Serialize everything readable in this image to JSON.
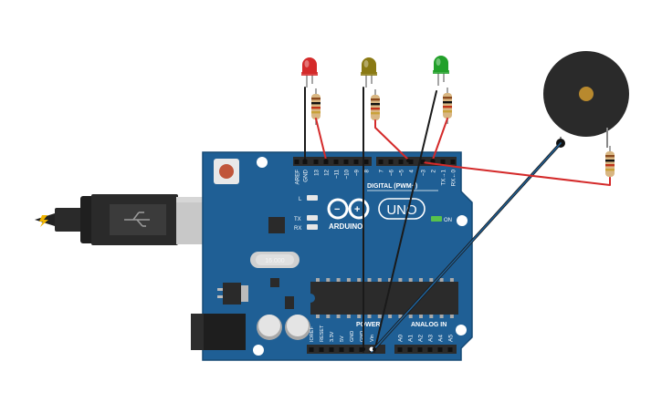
{
  "board": {
    "logo_text": "ARDUINO",
    "model_text": "UNO",
    "digital_label": "DIGITAL (PWM~)",
    "power_label": "POWER",
    "analog_label": "ANALOG IN",
    "on_label": "ON",
    "led_labels": {
      "l": "L",
      "tx": "TX",
      "rx": "RX"
    },
    "crystal_text": "16.000",
    "digital_pins": [
      "AREF",
      "GND",
      "13",
      "12",
      "~11",
      "~10",
      "~9",
      "8",
      "7",
      "~6",
      "~5",
      "4",
      "~3",
      "2",
      "TX→1",
      "RX←0"
    ],
    "power_pins": [
      "IOREF",
      "RESET",
      "3.3V",
      "5V",
      "GND",
      "GND",
      "Vin"
    ],
    "analog_pins": [
      "A0",
      "A1",
      "A2",
      "A3",
      "A4",
      "A5"
    ]
  },
  "components": {
    "leds": [
      {
        "name": "red-led",
        "color": "#d42a2a"
      },
      {
        "name": "yellow-led",
        "color": "#8a7a14"
      },
      {
        "name": "green-led",
        "color": "#22a02a"
      }
    ],
    "buzzer": {
      "name": "piezo-buzzer",
      "body_color": "#2a2a2a",
      "center_color": "#b8892e"
    }
  },
  "colors": {
    "board": "#1f5f95",
    "board_edge": "#174a75",
    "wire_red": "#d42a2a",
    "wire_black": "#1a1a1a",
    "wire_blue": "#1f5f95",
    "header": "#2b2b2b"
  }
}
